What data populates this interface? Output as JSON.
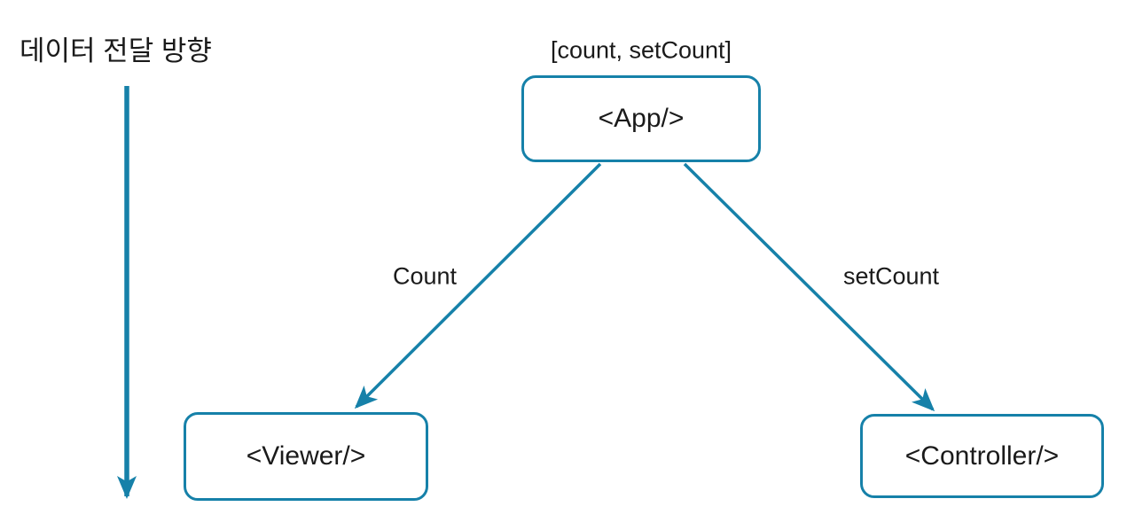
{
  "diagram": {
    "title": "데이터 전달 방향",
    "colors": {
      "accent": "#1681a9",
      "text": "#1a1a1a",
      "background": "#ffffff"
    },
    "nodes": {
      "app": {
        "label": "<App/>",
        "state_label": "[count, setCount]"
      },
      "viewer": {
        "label": "<Viewer/>"
      },
      "controller": {
        "label": "<Controller/>"
      }
    },
    "edges": {
      "app_to_viewer": {
        "label": "Count"
      },
      "app_to_controller": {
        "label": "setCount"
      }
    }
  }
}
